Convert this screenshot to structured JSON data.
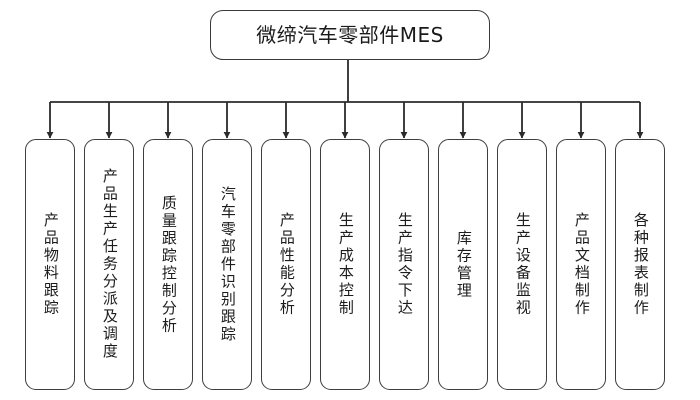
{
  "diagram": {
    "type": "organization-tree",
    "orientation": "top-down",
    "root": {
      "label": "微缔汽车零部件MES"
    },
    "connector": {
      "stroke_color": "#2b2b2b",
      "arrow": "down-arrow"
    },
    "colors": {
      "background": "#ffffff",
      "node_border": "#3f3f3f",
      "node_fill": "#ffffff",
      "text": "#1c1c1c",
      "connector": "#2b2b2b"
    },
    "nodes": [
      {
        "label": "产品物料跟踪"
      },
      {
        "label": "产品生产任务分派及调度"
      },
      {
        "label": "质量跟踪控制分析"
      },
      {
        "label": "汽车零部件识别跟踪"
      },
      {
        "label": "产品性能分析"
      },
      {
        "label": "生产成本控制"
      },
      {
        "label": "生产指令下达"
      },
      {
        "label": "库存管理"
      },
      {
        "label": "生产设备监视"
      },
      {
        "label": "产品文档制作"
      },
      {
        "label": "各种报表制作"
      }
    ]
  }
}
